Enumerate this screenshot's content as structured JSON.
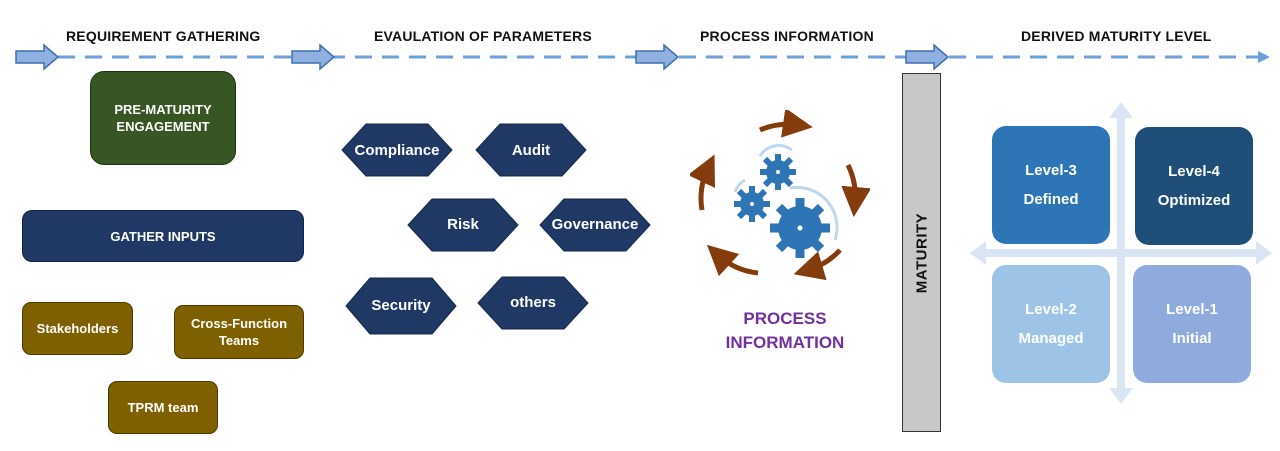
{
  "stages": {
    "requirement_gathering": "REQUIREMENT GATHERING",
    "evaluation_of_parameters": "EVAULATION OF PARAMETERS",
    "process_information": "PROCESS INFORMATION",
    "derived_maturity_level": "DERIVED MATURITY LEVEL"
  },
  "requirement": {
    "pre_maturity": "PRE-MATURITY ENGAGEMENT",
    "gather_inputs": "GATHER INPUTS",
    "stakeholders": "Stakeholders",
    "cross_function_teams": "Cross-Function Teams",
    "tprm_team": "TPRM team"
  },
  "parameters": [
    "Compliance",
    "Audit",
    "Risk",
    "Governance",
    "Security",
    "others"
  ],
  "process": {
    "label_line1": "PROCESS",
    "label_line2": "INFORMATION"
  },
  "maturity": {
    "axis_label": "MATURITY",
    "levels": [
      {
        "name": "Level-3",
        "desc": "Defined"
      },
      {
        "name": "Level-4",
        "desc": "Optimized"
      },
      {
        "name": "Level-2",
        "desc": "Managed"
      },
      {
        "name": "Level-1",
        "desc": "Initial"
      }
    ]
  },
  "colors": {
    "timeline": "#6f9fd8",
    "pre_maturity": "#375623",
    "gather_inputs": "#203864",
    "olive_boxes": "#7f6000",
    "hexagon": "#203864",
    "gear": "#2e75b6",
    "rotation_arrows": "#843c0c",
    "process_label": "#7030a0",
    "level_3": "#2e75b6",
    "level_4": "#1f4e79",
    "level_2": "#9dc3e6",
    "level_1": "#8faadc"
  },
  "icons": [
    "block-arrow-icon",
    "gear-icon",
    "curved-arrow-icon"
  ]
}
